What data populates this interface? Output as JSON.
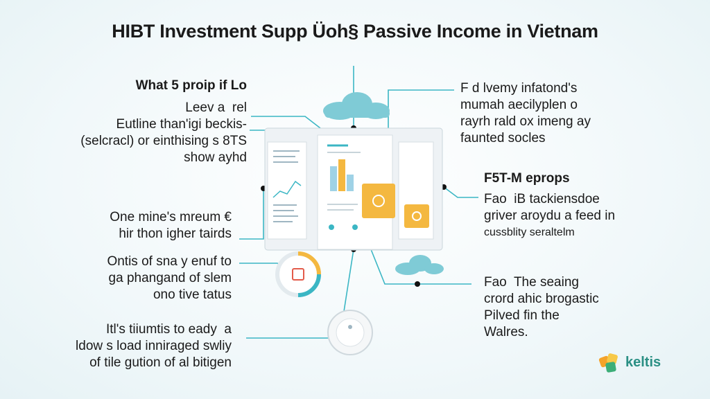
{
  "title": "HIBT Investment Supp Üoh§ Passive Income in Vietnam",
  "left": {
    "block1": {
      "heading": "What 5 proip if Lo",
      "lines": [
        "Leev a  rel",
        "Eutline than'igi beckis-",
        "(selcracl)  or einthising s 8TS",
        "show ayhd"
      ]
    },
    "block2": {
      "lines": [
        "One mine's mreum €",
        "hir thon igher tairds"
      ]
    },
    "block3": {
      "lines": [
        "Ontis of sna y enuf to",
        "ga phangand of slem",
        "ono tive tatus"
      ]
    },
    "block4": {
      "lines": [
        "Itl's tiiumtis to eady  a",
        "ldow s load inniraged swliy",
        "of tile gution of al bitigen"
      ]
    }
  },
  "right": {
    "block1": {
      "lines": [
        "F d lvemy infatond's",
        "mumah aecilyplen o",
        "rayrh rald ox imeng ay",
        "faunted socles"
      ]
    },
    "block2": {
      "heading": "F5T-M eprops",
      "lines": [
        "Fao  iB tackiensdoe",
        "griver aroydu a feed in",
        "cussblity seraltelm"
      ]
    },
    "block3": {
      "lines": [
        "Fao  The seaing",
        "crord ahic brogastic",
        "Pilved fin the",
        "Walres."
      ]
    }
  },
  "brand": {
    "name": "keltis",
    "logo_icon": "brand-logo-icon"
  },
  "colors": {
    "connector": "#3bb6c4",
    "cloud": "#7fcbd6",
    "highlight": "#f7d34a",
    "chart_bar": "#f4b840",
    "chart_blue": "#9fd2e6",
    "orange_card": "#f4b840"
  }
}
